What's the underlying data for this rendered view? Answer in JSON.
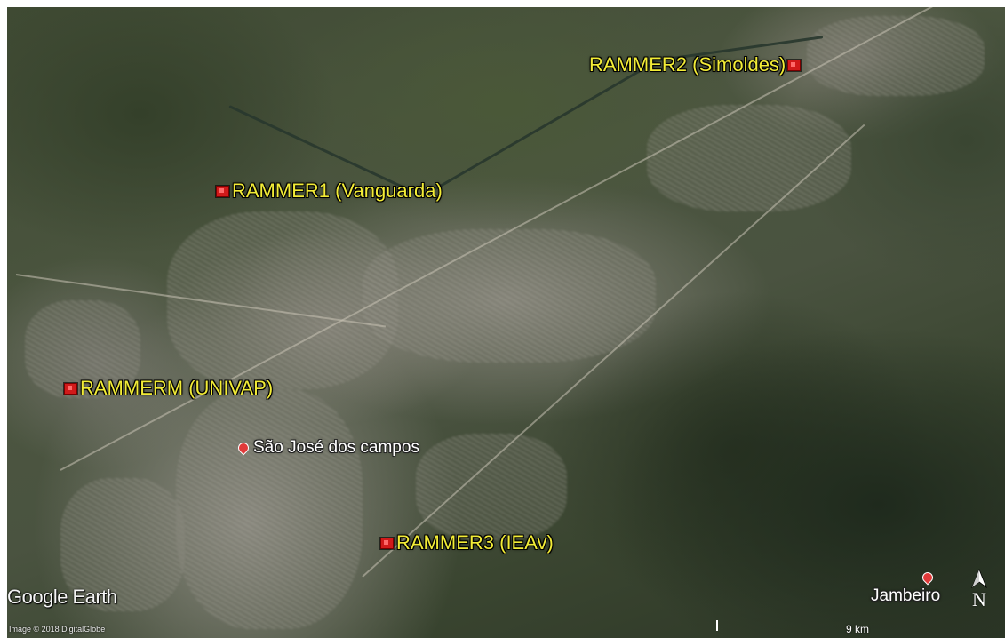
{
  "stations": [
    {
      "id": "rammer2",
      "label": "RAMMER2 (Simoldes)"
    },
    {
      "id": "rammer1",
      "label": "RAMMER1 (Vanguarda)"
    },
    {
      "id": "rammerm",
      "label": "RAMMERM (UNIVAP)"
    },
    {
      "id": "rammer3",
      "label": "RAMMER3 (IEAv)"
    }
  ],
  "places": [
    {
      "id": "sjc",
      "label": "São José dos campos"
    },
    {
      "id": "jambeiro",
      "label": "Jambeiro"
    }
  ],
  "brand": {
    "logo_text": "Google Earth",
    "imagery_credit": "Image © 2018 DigitalGlobe"
  },
  "scale": {
    "label": "9 km"
  },
  "compass": {
    "letter": "N"
  },
  "colors": {
    "station_label": "#f2ec37",
    "station_marker": "#d11a1a",
    "place_label": "#ffffff",
    "place_marker": "#e03a3a"
  }
}
